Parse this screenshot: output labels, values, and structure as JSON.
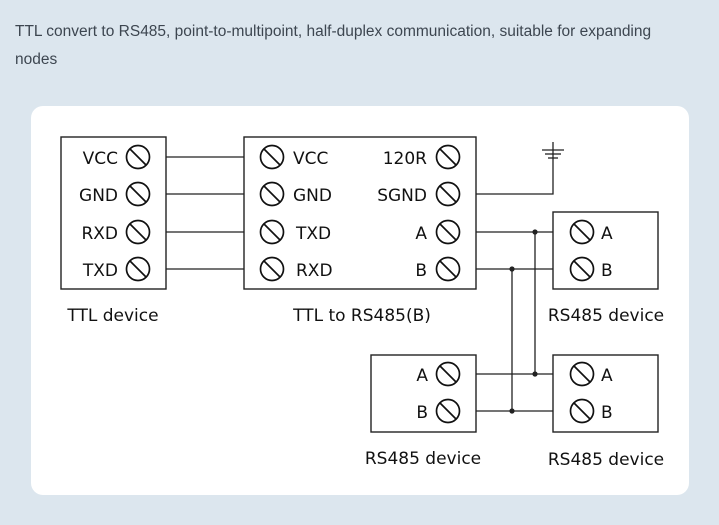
{
  "caption": "TTL convert to RS485, point-to-multipoint, half-duplex communication, suitable for expanding nodes",
  "ttl_device": {
    "pins": [
      "VCC",
      "GND",
      "RXD",
      "TXD"
    ],
    "caption": "TTL device"
  },
  "converter": {
    "left_pins": [
      "VCC",
      "GND",
      "TXD",
      "RXD"
    ],
    "right_pins": [
      "120R",
      "SGND",
      "A",
      "B"
    ],
    "caption": "TTL to RS485(B)"
  },
  "rs485_device_top": {
    "pins": [
      "A",
      "B"
    ],
    "caption": "RS485 device"
  },
  "rs485_device_bottom_left": {
    "pins": [
      "A",
      "B"
    ],
    "caption": "RS485 device"
  },
  "rs485_device_bottom_right": {
    "pins": [
      "A",
      "B"
    ],
    "caption": "RS485 device"
  },
  "colors": {
    "background": "#dce6ee",
    "card": "#ffffff",
    "line": "#222222"
  }
}
